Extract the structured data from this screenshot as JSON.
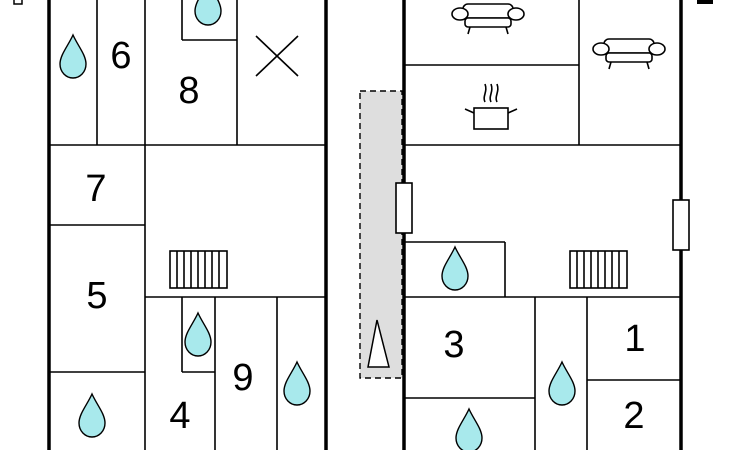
{
  "rooms": [
    {
      "id": "room-1",
      "label": "1"
    },
    {
      "id": "room-2",
      "label": "2"
    },
    {
      "id": "room-3",
      "label": "3"
    },
    {
      "id": "room-4",
      "label": "4"
    },
    {
      "id": "room-5",
      "label": "5"
    },
    {
      "id": "room-6",
      "label": "6"
    },
    {
      "id": "room-7",
      "label": "7"
    },
    {
      "id": "room-8",
      "label": "8"
    },
    {
      "id": "room-9",
      "label": "9"
    }
  ],
  "symbols": {
    "water": "water-drop-icon",
    "sofa": "sofa-icon",
    "cooking": "cooking-pot-icon",
    "radiator": "radiator-icon",
    "door": "door-icon",
    "stairs": "stairs-arrow-icon",
    "cross": "x-mark-icon"
  },
  "colors": {
    "water": "#a8e9ec",
    "ramp": "#dedede",
    "wall": "#000000"
  }
}
